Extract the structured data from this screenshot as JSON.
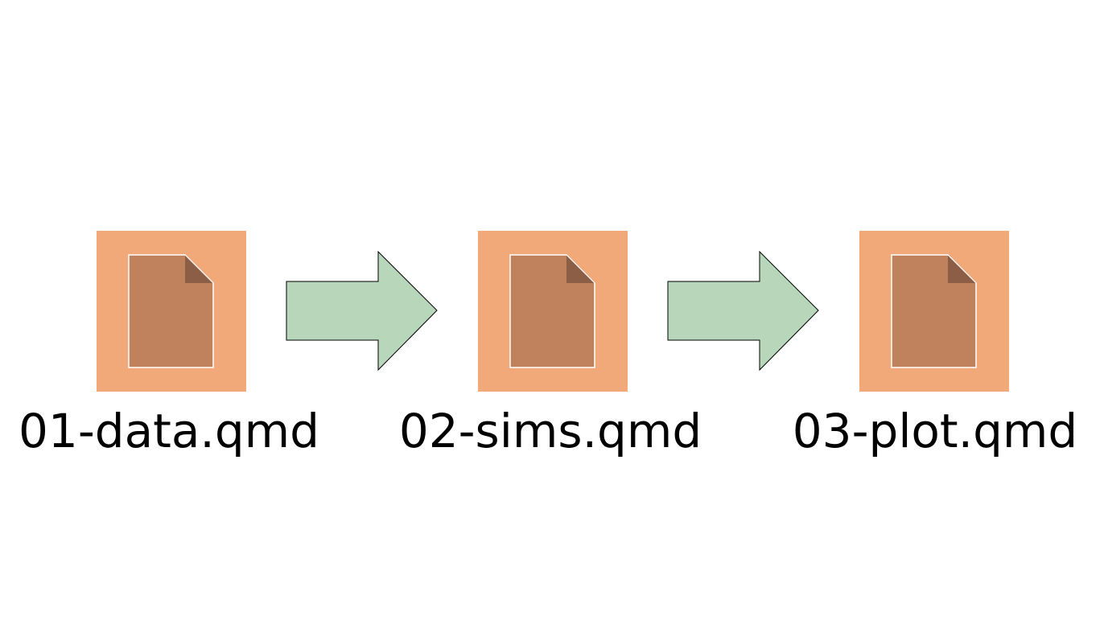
{
  "colors": {
    "tile_background": "#F2A97A",
    "document_fill": "#BF825C",
    "document_fold": "#8B5E45",
    "document_outline": "#FFFFFF",
    "arrow_fill": "#B7D6BA",
    "arrow_stroke": "#000000",
    "label_text": "#000000"
  },
  "files": [
    {
      "label": "01-data.qmd",
      "icon": "document-icon"
    },
    {
      "label": "02-sims.qmd",
      "icon": "document-icon"
    },
    {
      "label": "03-plot.qmd",
      "icon": "document-icon"
    }
  ],
  "connectors": [
    {
      "from": "01-data.qmd",
      "to": "02-sims.qmd",
      "icon": "right-arrow-icon"
    },
    {
      "from": "02-sims.qmd",
      "to": "03-plot.qmd",
      "icon": "right-arrow-icon"
    }
  ]
}
